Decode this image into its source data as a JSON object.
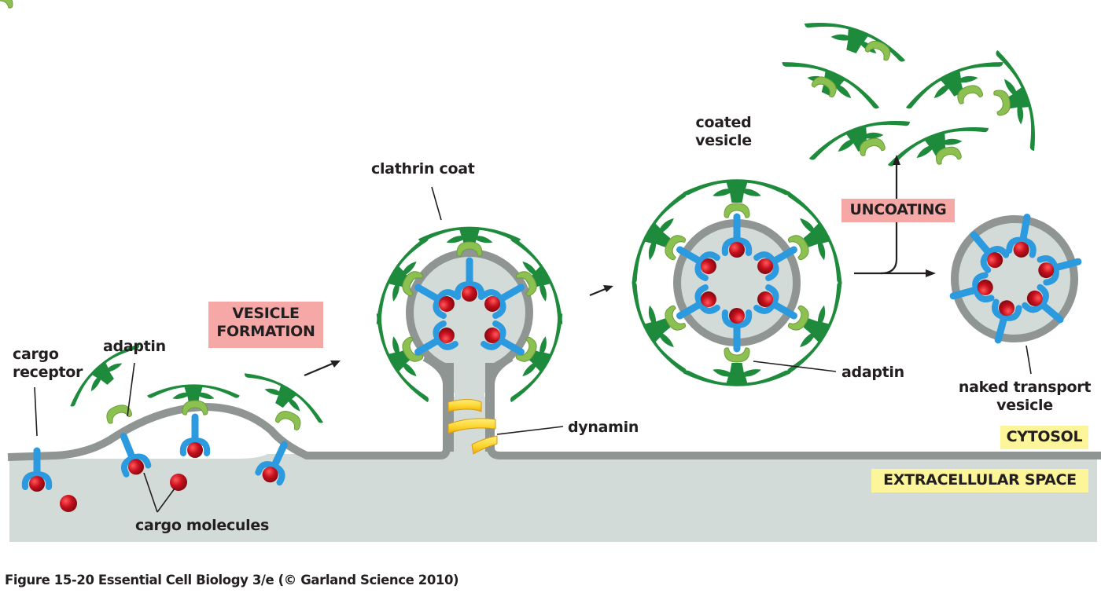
{
  "figure": {
    "caption": "Figure 15-20  Essential Cell Biology 3/e (© Garland Science 2010)",
    "colors": {
      "clathrin": "#1e8a3c",
      "adaptin": "#8cc152",
      "receptor": "#2b9ade",
      "cargo": "#c8101e",
      "membrane": "#8f9593",
      "lumen": "#d3dbd8",
      "dynamin": "#fcd228",
      "process_box": "#f6a8a6",
      "region_box": "#fdf59a"
    }
  },
  "labels": {
    "cargo_receptor": [
      "cargo",
      "receptor"
    ],
    "adaptin_left": "adaptin",
    "cargo_molecules": "cargo molecules",
    "clathrin_coat": "clathrin coat",
    "dynamin": "dynamin",
    "coated_vesicle": [
      "coated",
      "vesicle"
    ],
    "adaptin_right": "adaptin",
    "naked_transport_vesicle": [
      "naked transport",
      "vesicle"
    ]
  },
  "process_steps": {
    "vesicle_formation": [
      "VESICLE",
      "FORMATION"
    ],
    "uncoating": "UNCOATING"
  },
  "regions": {
    "cytosol": "CYTOSOL",
    "extracellular_space": "EXTRACELLULAR SPACE"
  }
}
